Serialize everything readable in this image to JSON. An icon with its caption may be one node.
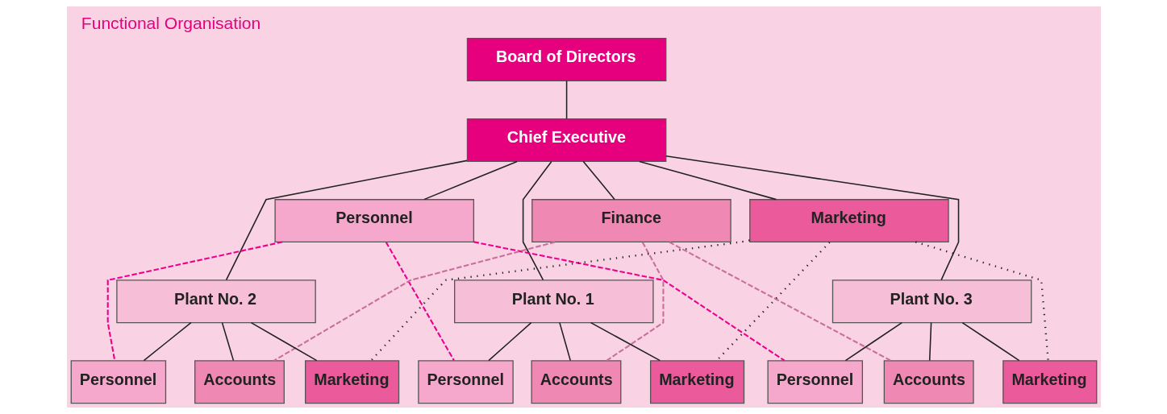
{
  "diagram": {
    "title": "Functional Organisation",
    "nodes": [
      {
        "text": [
          "Board of Directors"
        ]
      },
      {
        "text": [
          "Chief Executive"
        ]
      },
      {
        "text": [
          "Personnel"
        ]
      },
      {
        "text": [
          "Finance"
        ]
      },
      {
        "text": [
          "Marketing"
        ]
      },
      {
        "text": [
          "Plant No. 2"
        ]
      },
      {
        "text": [
          "Plant No. 1"
        ]
      },
      {
        "text": [
          "Plant No. 3"
        ]
      },
      {
        "text": [
          "Personnel"
        ]
      },
      {
        "text": [
          "Accounts"
        ]
      },
      {
        "text": [
          "Marketing"
        ]
      },
      {
        "text": [
          "Personnel"
        ]
      },
      {
        "text": [
          "Accounts"
        ]
      },
      {
        "text": [
          "Marketing"
        ]
      },
      {
        "text": [
          "Personnel"
        ]
      },
      {
        "text": [
          "Accounts"
        ]
      },
      {
        "text": [
          "Marketing"
        ]
      }
    ],
    "edges": [
      {
        "from": 0,
        "to": 1,
        "arrow": "none"
      },
      {
        "from": 1,
        "to": 2,
        "arrow": "none"
      },
      {
        "from": 1,
        "to": 3,
        "arrow": "none"
      },
      {
        "from": 1,
        "to": 4,
        "arrow": "none"
      },
      {
        "from": 1,
        "to": 5,
        "arrow": "none"
      },
      {
        "from": 1,
        "to": 6,
        "arrow": "none"
      },
      {
        "from": 1,
        "to": 7,
        "arrow": "none"
      },
      {
        "from": 5,
        "to": 8,
        "arrow": "none"
      },
      {
        "from": 5,
        "to": 9,
        "arrow": "none"
      },
      {
        "from": 5,
        "to": 10,
        "arrow": "none"
      },
      {
        "from": 6,
        "to": 11,
        "arrow": "none"
      },
      {
        "from": 6,
        "to": 12,
        "arrow": "none"
      },
      {
        "from": 6,
        "to": 13,
        "arrow": "none"
      },
      {
        "from": 7,
        "to": 14,
        "arrow": "none"
      },
      {
        "from": 7,
        "to": 15,
        "arrow": "none"
      },
      {
        "from": 7,
        "to": 16,
        "arrow": "none"
      },
      {
        "from": 2,
        "to": 8,
        "arrow": "none",
        "style": "dashed",
        "color": "#ec008c"
      },
      {
        "from": 2,
        "to": 11,
        "arrow": "none",
        "style": "dashed",
        "color": "#ec008c"
      },
      {
        "from": 2,
        "to": 14,
        "arrow": "none",
        "style": "dashed",
        "color": "#ec008c"
      },
      {
        "from": 3,
        "to": 9,
        "arrow": "none",
        "style": "dashed",
        "color": "#c8709a"
      },
      {
        "from": 3,
        "to": 12,
        "arrow": "none",
        "style": "dashed",
        "color": "#c8709a"
      },
      {
        "from": 3,
        "to": 15,
        "arrow": "none",
        "style": "dashed",
        "color": "#c8709a"
      },
      {
        "from": 4,
        "to": 10,
        "arrow": "none",
        "style": "dashed"
      },
      {
        "from": 4,
        "to": 13,
        "arrow": "none",
        "style": "dashed"
      },
      {
        "from": 4,
        "to": 16,
        "arrow": "none",
        "style": "dashed"
      }
    ]
  }
}
